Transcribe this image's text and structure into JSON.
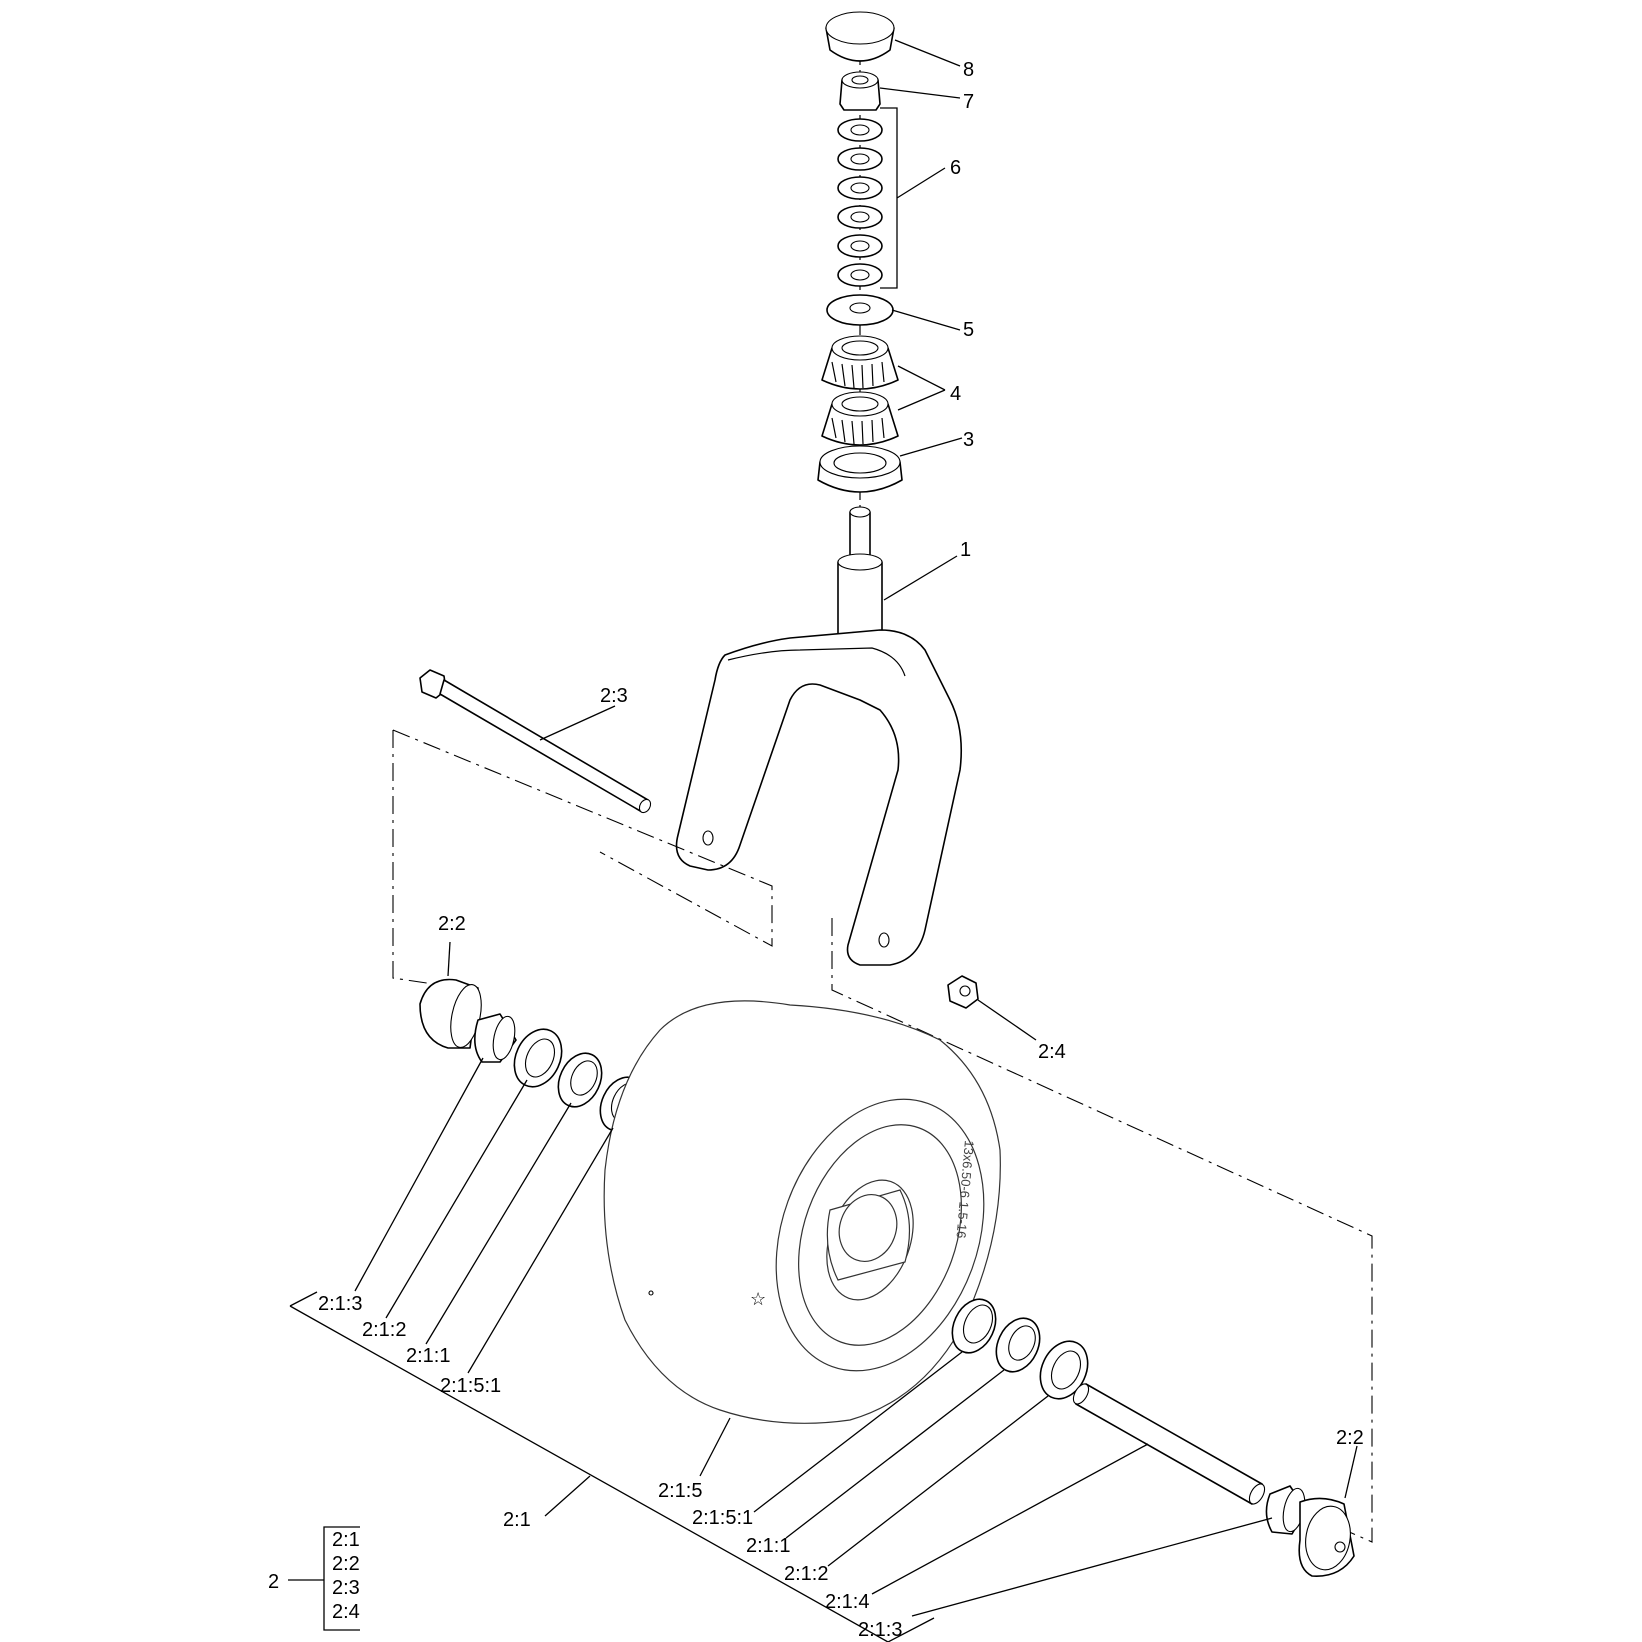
{
  "callouts": {
    "c8": "8",
    "c7": "7",
    "c6": "6",
    "c5": "5",
    "c4": "4",
    "c3": "3",
    "c1": "1",
    "c2_3": "2:3",
    "c2_2_left": "2:2",
    "c2_4": "2:4",
    "c2_1_3_left": "2:1:3",
    "c2_1_2_left": "2:1:2",
    "c2_1_1_left": "2:1:1",
    "c2_1_5_1_left": "2:1:5:1",
    "c2_2_right": "2:2",
    "c2_1": "2:1",
    "c2_1_5": "2:1:5",
    "c2_1_5_1_right": "2:1:5:1",
    "c2_1_1_right": "2:1:1",
    "c2_1_2_right": "2:1:2",
    "c2_1_4": "2:1:4",
    "c2_1_3_right": "2:1:3"
  },
  "kit_legend": {
    "assembly": "2",
    "items": [
      "2:1",
      "2:2",
      "2:3",
      "2:4"
    ]
  },
  "tire_marking": "13x6.50-6 1.5-16"
}
